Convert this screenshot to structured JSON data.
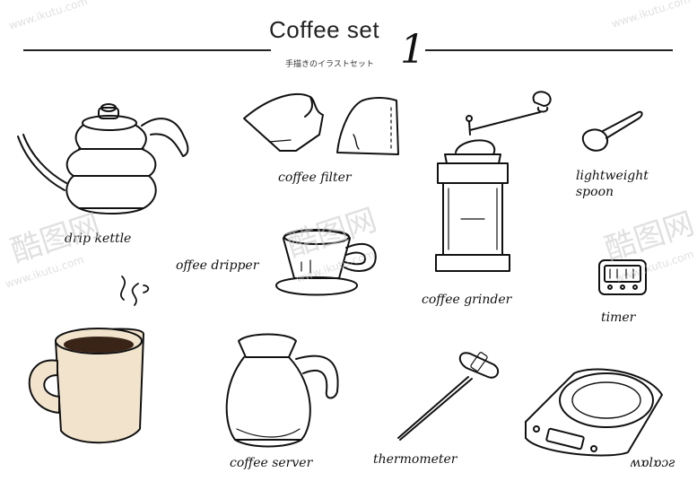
{
  "header": {
    "title": "Coffee set",
    "number": "1",
    "subtitle": "手描きのイラストセット"
  },
  "items": {
    "drip_kettle": "drip kettle",
    "coffee_filter": "coffee filter",
    "coffee_dripper": "offee dripper",
    "coffee_grinder": "coffee grinder",
    "spoon_line1": "lightweight",
    "spoon_line2": "spoon",
    "timer": "timer",
    "coffee_server": "coffee server",
    "thermometer": "thermometer",
    "scale": "ʍɒlɒɔƨ"
  },
  "watermark": {
    "brand": "酷图网",
    "url": "www.ikutu.com"
  },
  "colors": {
    "ink": "#111111",
    "mug_cream": "#f2e4cc",
    "coffee": "#3a2418",
    "watermark": "#c8c8c8"
  }
}
